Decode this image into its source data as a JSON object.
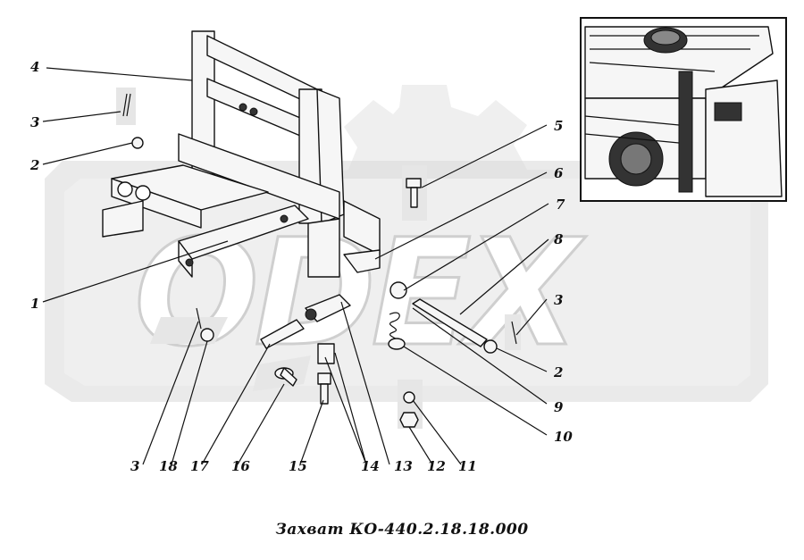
{
  "caption": "Захват КО-440.2.18.18.000",
  "watermark_text": "ODEX",
  "callouts": [
    {
      "label": "4"
    },
    {
      "label": "3"
    },
    {
      "label": "2"
    },
    {
      "label": "1"
    },
    {
      "label": "5"
    },
    {
      "label": "6"
    },
    {
      "label": "7"
    },
    {
      "label": "8"
    },
    {
      "label": "3"
    },
    {
      "label": "2"
    },
    {
      "label": "9"
    },
    {
      "label": "10"
    },
    {
      "label": "3"
    },
    {
      "label": "18"
    },
    {
      "label": "17"
    },
    {
      "label": "16"
    },
    {
      "label": "15"
    },
    {
      "label": "14"
    },
    {
      "label": "13"
    },
    {
      "label": "12"
    },
    {
      "label": "11"
    }
  ]
}
